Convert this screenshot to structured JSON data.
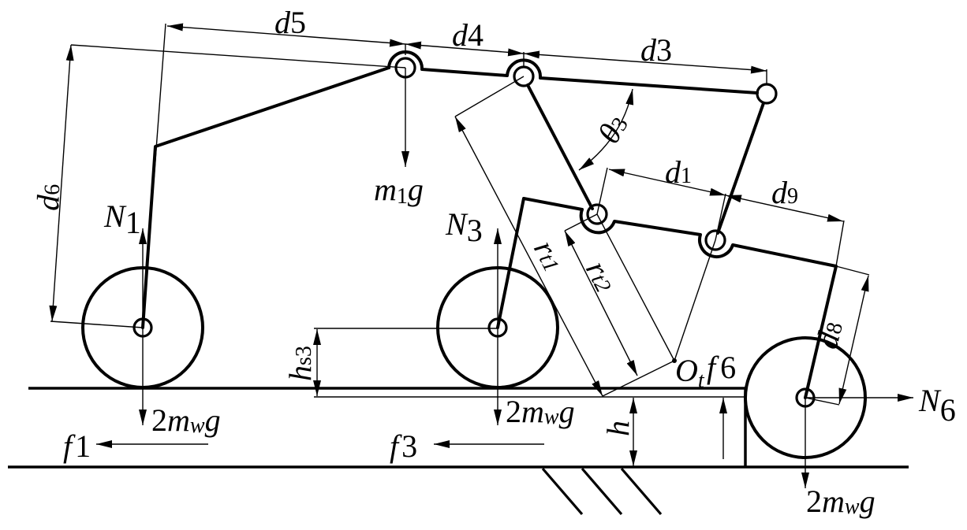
{
  "figure": {
    "title": "Multi-body free-body diagram of a climbing rover",
    "colors": {
      "ink": "#000000",
      "background": "#ffffff"
    }
  },
  "labels": {
    "d5": {
      "base": "d",
      "sub": "5"
    },
    "d4": {
      "base": "d",
      "sub": "4"
    },
    "d3": {
      "base": "d",
      "sub": "3"
    },
    "d6": {
      "base": "d",
      "sub": "6"
    },
    "d1": {
      "base": "d",
      "sub": "1"
    },
    "d9": {
      "base": "d",
      "sub": "9"
    },
    "d8": {
      "base": "d",
      "sub": "8"
    },
    "theta3": {
      "base": "θ",
      "sub": "3"
    },
    "m1g": {
      "base": "m",
      "sub": "1",
      "tail": "g"
    },
    "N1": {
      "base": "N",
      "sub": "1"
    },
    "N3": {
      "base": "N",
      "sub": "3"
    },
    "N6": {
      "base": "N",
      "sub": "6"
    },
    "rt1": {
      "base": "r",
      "sub": "t1"
    },
    "rt2": {
      "base": "r",
      "sub": "t2"
    },
    "Ot": {
      "base": "O",
      "sub": "t"
    },
    "f6": {
      "base": "f",
      "sub": "6"
    },
    "f1": {
      "base": "f",
      "sub": "1"
    },
    "f3": {
      "base": "f",
      "sub": "3"
    },
    "hs3": {
      "base": "h",
      "sub": "s3"
    },
    "h": {
      "base": "h"
    },
    "wheel_load_1": {
      "coef": "2",
      "base": "m",
      "sub": "w",
      "tail": "g"
    },
    "wheel_load_3": {
      "coef": "2",
      "base": "m",
      "sub": "w",
      "tail": "g"
    },
    "wheel_load_6": {
      "coef": "2",
      "base": "m",
      "sub": "w",
      "tail": "g"
    }
  }
}
